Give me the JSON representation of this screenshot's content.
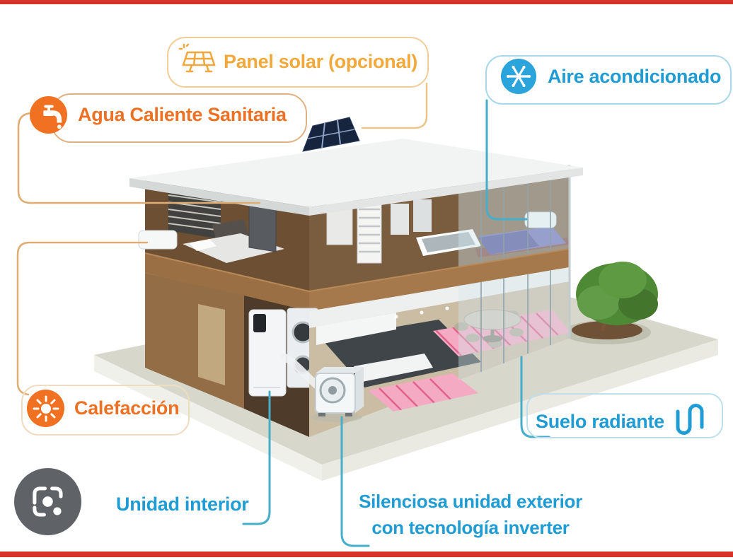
{
  "frame": {
    "border_color": "#D7332B"
  },
  "labels": {
    "panel_solar": {
      "text": "Panel solar (opcional)",
      "color": "#F2A93B",
      "icon": "solar-panel-icon"
    },
    "aire_acondicionado": {
      "text": "Aire acondicionado",
      "color": "#1F9CD4",
      "icon": "snowflake-icon"
    },
    "agua_caliente": {
      "text": "Agua Caliente Sanitaria",
      "color": "#EE7023",
      "icon": "faucet-icon"
    },
    "calefaccion": {
      "text": "Calefacción",
      "color": "#EE7023",
      "icon": "sun-icon"
    },
    "suelo_radiante": {
      "text": "Suelo radiante",
      "color": "#1F9CD4",
      "icon": "radiant-coil-icon"
    },
    "unidad_interior": {
      "text": "Unidad interior",
      "color": "#1F9CD4"
    },
    "silenciosa": {
      "line1": "Silenciosa unidad exterior",
      "line2": "con tecnología inverter",
      "color": "#1F9CD4"
    }
  },
  "lens_button": {
    "icon": "google-lens-icon",
    "background": "#5F6368"
  },
  "colors": {
    "leader_blue": "#45AECB",
    "leader_orange": "#DFAC72",
    "icon_orange_bg": "#F07122",
    "icon_blue_bg": "#2BA4DB"
  }
}
